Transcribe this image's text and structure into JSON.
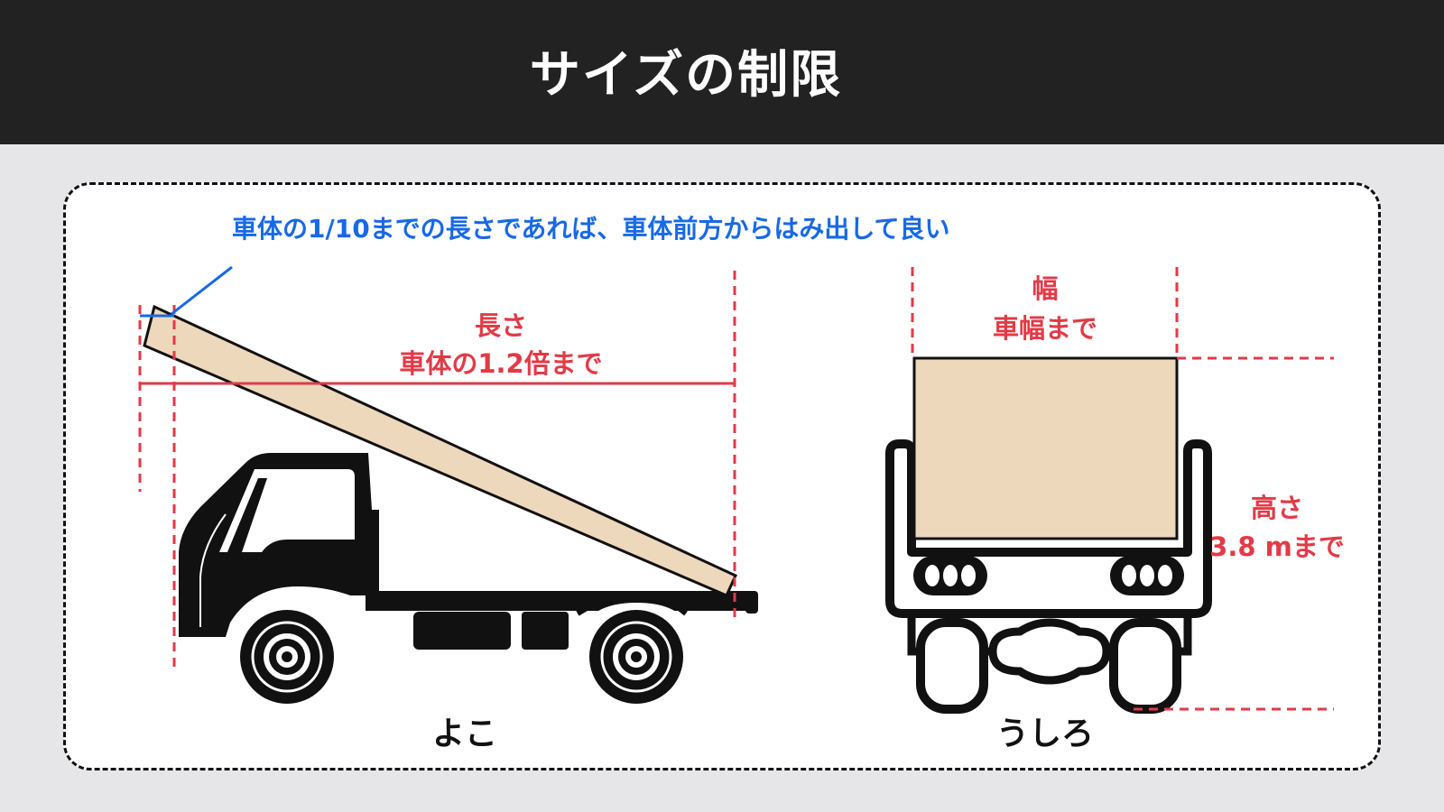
{
  "header": {
    "title": "サイズの制限"
  },
  "side_view": {
    "overhang_note": "車体の1/10までの長さであれば、車体前方からはみ出して良い",
    "length_label": "長さ",
    "length_limit": "車体の1.2倍まで",
    "caption": "よこ"
  },
  "rear_view": {
    "width_label": "幅",
    "width_limit": "車幅まで",
    "height_label": "高さ",
    "height_limit": "3.8 mまで",
    "caption": "うしろ"
  },
  "colors": {
    "header_bg": "#222222",
    "page_bg": "#e6e6e8",
    "panel_bg": "#ffffff",
    "dimension_red": "#e23a47",
    "note_blue": "#1769e6",
    "cargo": "#eed8bc",
    "truck": "#111111"
  }
}
